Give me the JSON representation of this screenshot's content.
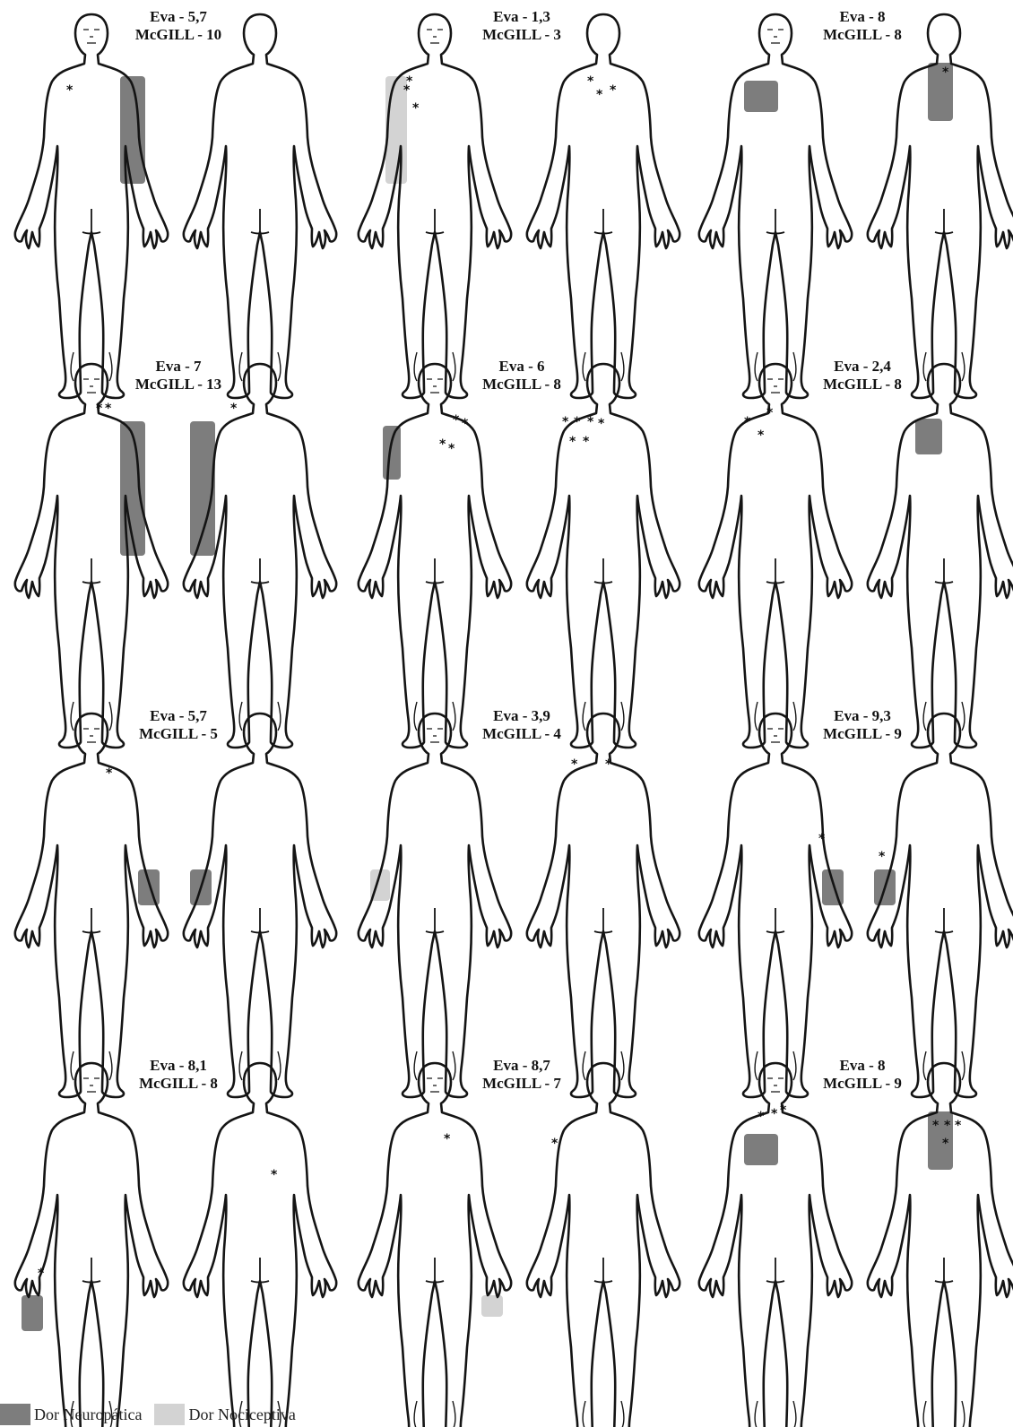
{
  "colors": {
    "neuropathic": "#7d7d7d",
    "nociceptive": "#d3d3d3",
    "outline": "#141414"
  },
  "patients": [
    {
      "eva": "Eva - 5,7",
      "mcgill": "McGILL - 10"
    },
    {
      "eva": "Eva - 1,3",
      "mcgill": "McGILL - 3"
    },
    {
      "eva": "Eva - 8",
      "mcgill": "McGILL - 8"
    },
    {
      "eva": "Eva - 7",
      "mcgill": "McGILL - 13"
    },
    {
      "eva": "Eva - 6",
      "mcgill": "McGILL - 8"
    },
    {
      "eva": "Eva - 2,4",
      "mcgill": "McGILL - 8"
    },
    {
      "eva": "Eva - 5,7",
      "mcgill": "McGILL - 5"
    },
    {
      "eva": "Eva - 3,9",
      "mcgill": "McGILL - 4"
    },
    {
      "eva": "Eva - 9,3",
      "mcgill": "McGILL - 9"
    },
    {
      "eva": "Eva - 8,1",
      "mcgill": "McGILL - 8"
    },
    {
      "eva": "Eva - 8,7",
      "mcgill": "McGILL - 7"
    },
    {
      "eva": "Eva - 8",
      "mcgill": "McGILL - 9"
    }
  ],
  "legend": {
    "neuropathic": "Dor Neuropática",
    "nociceptive": "Dor Nociceptiva"
  }
}
